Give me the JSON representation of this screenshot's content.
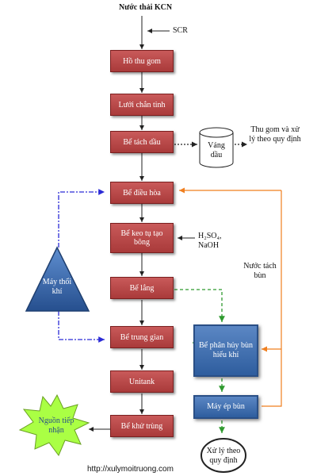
{
  "title": "Nước thải KCN",
  "scr": "SCR",
  "stages": [
    "Hồ thu gom",
    "Lưới chắn tinh",
    "Bể tách dầu",
    "Bể điều hòa",
    "Bể keo tụ tạo bông",
    "Bể lắng",
    "Bể trung gian",
    "Unitank",
    "Bể khử trùng"
  ],
  "oil_tank": "Váng dầu",
  "oil_treat": "Thu gom và xử lý theo quy định",
  "chemicals": "H₂SO₄, NaOH",
  "sludge_return": "Nước tách bùn",
  "blower": "Máy thổi khí",
  "digester": "Bể phân hủy bùn hiếu khí",
  "press": "Máy ép bùn",
  "disposal": "Xử lý theo quy định",
  "receiver": "Nguồn tiếp nhận",
  "website": "http://xulymoitruong.com",
  "colors": {
    "stage": "#b44545",
    "blue": "#3f6fb3",
    "orange": "#f07f1f",
    "green": "#2f9a2f",
    "dashblue": "#2b2bd6"
  }
}
